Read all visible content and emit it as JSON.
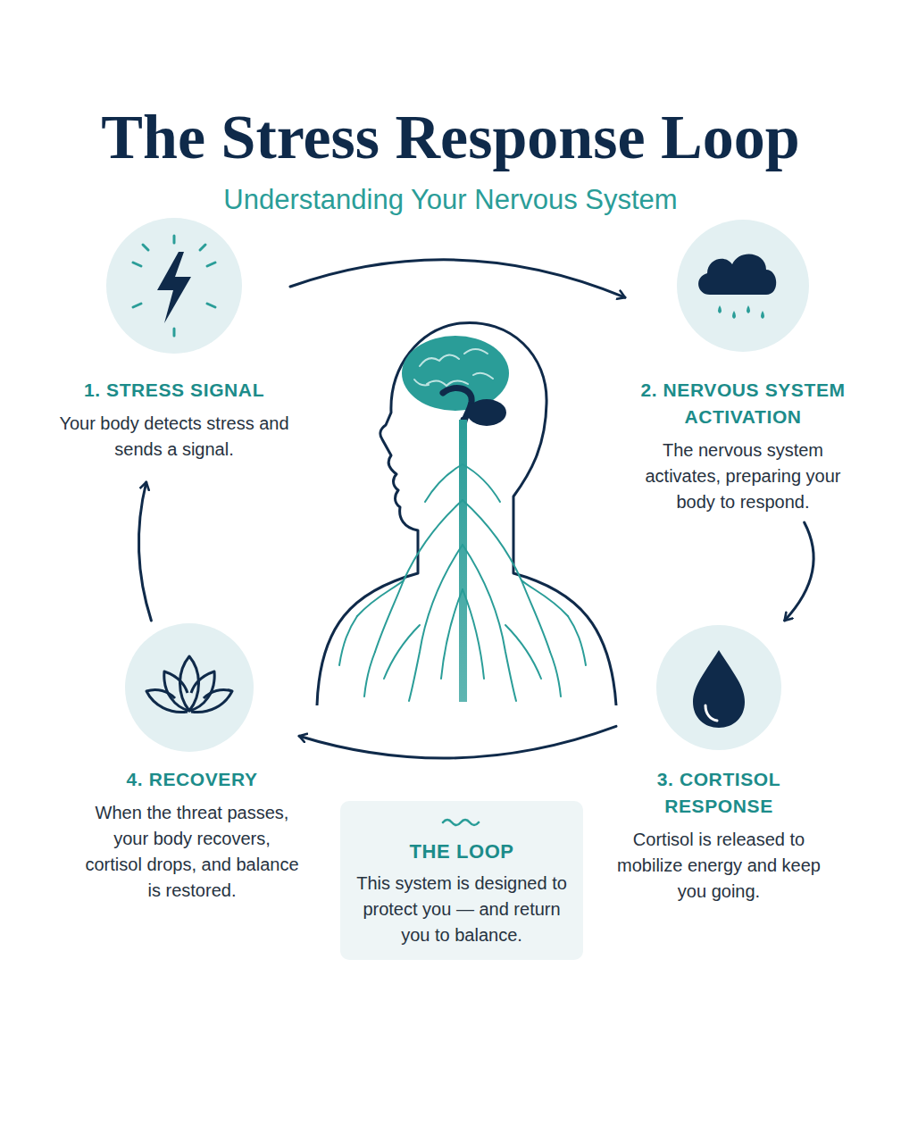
{
  "diagram": {
    "title": "The Stress Response Loop",
    "nodes": [
      {
        "text": [
          "1. STRESS SIGNAL",
          "Your body detects stress and sends a signal."
        ]
      },
      {
        "text": [
          "2. NERVOUS SYSTEM ACTIVATION",
          "The nervous system activates, preparing your body to respond."
        ]
      },
      {
        "text": [
          "3. CORTISOL RESPONSE",
          "Cortisol is released to mobilize energy and keep you going."
        ]
      },
      {
        "text": [
          "4. RECOVERY",
          "When the threat passes, your body recovers, cortisol drops, and balance is restored."
        ]
      },
      {
        "text": [
          "THE LOOP",
          "This system is designed to protect you — and return you to balance."
        ]
      }
    ],
    "edges": [
      {
        "from": 0,
        "to": 1,
        "arrow": "to"
      },
      {
        "from": 1,
        "to": 2,
        "arrow": "to"
      },
      {
        "from": 2,
        "to": 3,
        "arrow": "to"
      },
      {
        "from": 3,
        "to": 0,
        "arrow": "to"
      }
    ],
    "labels": [
      "Understanding Your Nervous System"
    ]
  }
}
